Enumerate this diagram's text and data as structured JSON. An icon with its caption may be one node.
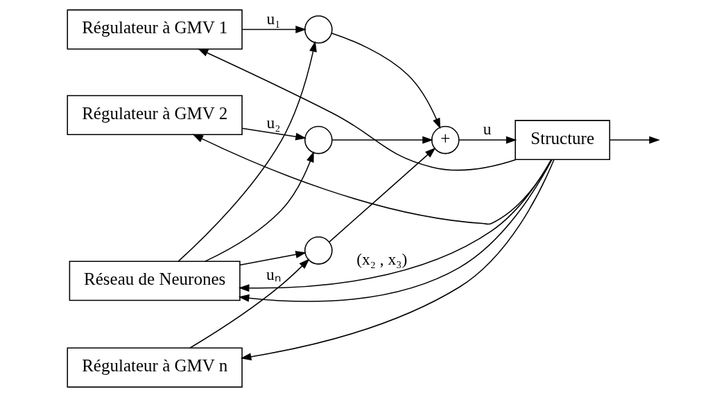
{
  "diagram": {
    "nodes": [
      {
        "text": [
          "Régulateur à GMV 1"
        ]
      },
      {
        "text": [
          "Régulateur à GMV 2"
        ]
      },
      {
        "text": [
          "Régulateur à GMV n"
        ]
      },
      {
        "text": [],
        "shape": "circle"
      },
      {
        "text": [],
        "shape": "circle"
      },
      {
        "text": [],
        "shape": "circle"
      },
      {
        "text": [
          "+"
        ]
      },
      {
        "text": [
          "Réseau de Neurones"
        ]
      },
      {
        "text": [
          "Structure"
        ]
      }
    ],
    "edges": [
      {
        "from": 0,
        "to": 3,
        "arrow": "to",
        "label": "u₁"
      },
      {
        "from": 1,
        "to": 4,
        "arrow": "to",
        "label": "u₂"
      },
      {
        "from": 2,
        "to": 5,
        "arrow": "to",
        "label": "uₙ"
      },
      {
        "from": 7,
        "to": 3,
        "arrow": "to"
      },
      {
        "from": 7,
        "to": 4,
        "arrow": "to"
      },
      {
        "from": 7,
        "to": 5,
        "arrow": "to"
      },
      {
        "from": 3,
        "to": 6,
        "arrow": "to"
      },
      {
        "from": 4,
        "to": 6,
        "arrow": "to"
      },
      {
        "from": 5,
        "to": 6,
        "arrow": "to"
      },
      {
        "from": 6,
        "to": 8,
        "arrow": "to",
        "label": "u"
      },
      {
        "from": 8,
        "to": 7,
        "arrow": "to",
        "label": "(x₂ , x₃)"
      },
      {
        "from": 8,
        "to": 7,
        "arrow": "to"
      },
      {
        "from": 8,
        "to": null,
        "arrow": "to"
      },
      {
        "from": 8,
        "to": 0,
        "arrow": "to"
      },
      {
        "from": 8,
        "to": 1,
        "arrow": "to"
      },
      {
        "from": 8,
        "to": 2,
        "arrow": "to"
      }
    ]
  }
}
